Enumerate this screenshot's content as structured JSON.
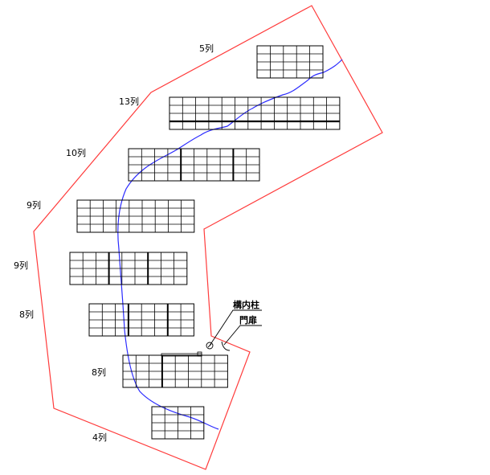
{
  "colors": {
    "boundary": "#ff3b3b",
    "route": "#2b2bff",
    "grid": "#000000"
  },
  "labels": {
    "row_5": "5列",
    "row_13": "13列",
    "row_10": "10列",
    "row_9a": "9列",
    "row_9b": "9列",
    "row_8a": "8列",
    "row_8b": "8列",
    "row_4": "4列",
    "pole": "構内柱",
    "gate": "門扉"
  },
  "arrays": [
    {
      "id": "array-5",
      "cols": 5,
      "rows": 4
    },
    {
      "id": "array-13",
      "cols": 13,
      "rows": 4
    },
    {
      "id": "array-10",
      "cols": 10,
      "rows": 4
    },
    {
      "id": "array-9a",
      "cols": 9,
      "rows": 4
    },
    {
      "id": "array-9b",
      "cols": 9,
      "rows": 4
    },
    {
      "id": "array-8a",
      "cols": 8,
      "rows": 4
    },
    {
      "id": "array-8b",
      "cols": 8,
      "rows": 4
    },
    {
      "id": "array-4",
      "cols": 4,
      "rows": 4
    }
  ]
}
